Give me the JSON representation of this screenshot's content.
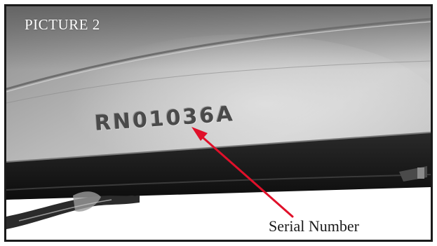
{
  "figure": {
    "label": "PICTURE 2"
  },
  "photo": {
    "stamped_text": "RN01036A"
  },
  "callout": {
    "label": "Serial Number",
    "arrow_color": "#e0102a"
  }
}
